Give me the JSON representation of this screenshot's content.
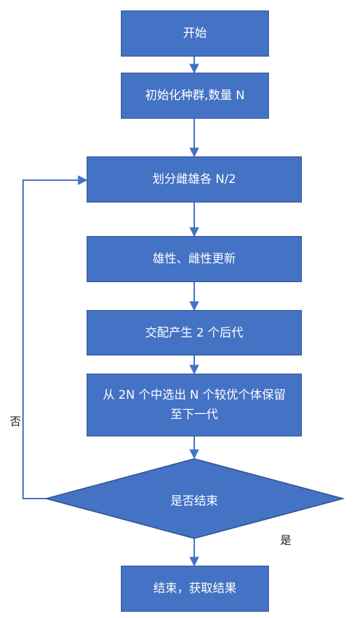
{
  "colors": {
    "box_fill": "#4472C4",
    "box_border": "#2F528F",
    "arrow": "#4472C4",
    "text": "#FFFFFF"
  },
  "steps": [
    {
      "id": "start",
      "text": "开始"
    },
    {
      "id": "init",
      "text": "初始化种群,数量 N"
    },
    {
      "id": "split",
      "text": "划分雌雄各 N/2"
    },
    {
      "id": "update",
      "text": "雄性、雌性更新"
    },
    {
      "id": "crossover",
      "text": "交配产生 2 个后代"
    },
    {
      "id": "select",
      "text": "从 2N 个中选出 N 个较优个体保留至下一代"
    },
    {
      "id": "end",
      "text": "结束，获取结果"
    }
  ],
  "decision": {
    "text": "是否结束",
    "yes_label": "是",
    "no_label": "否"
  }
}
